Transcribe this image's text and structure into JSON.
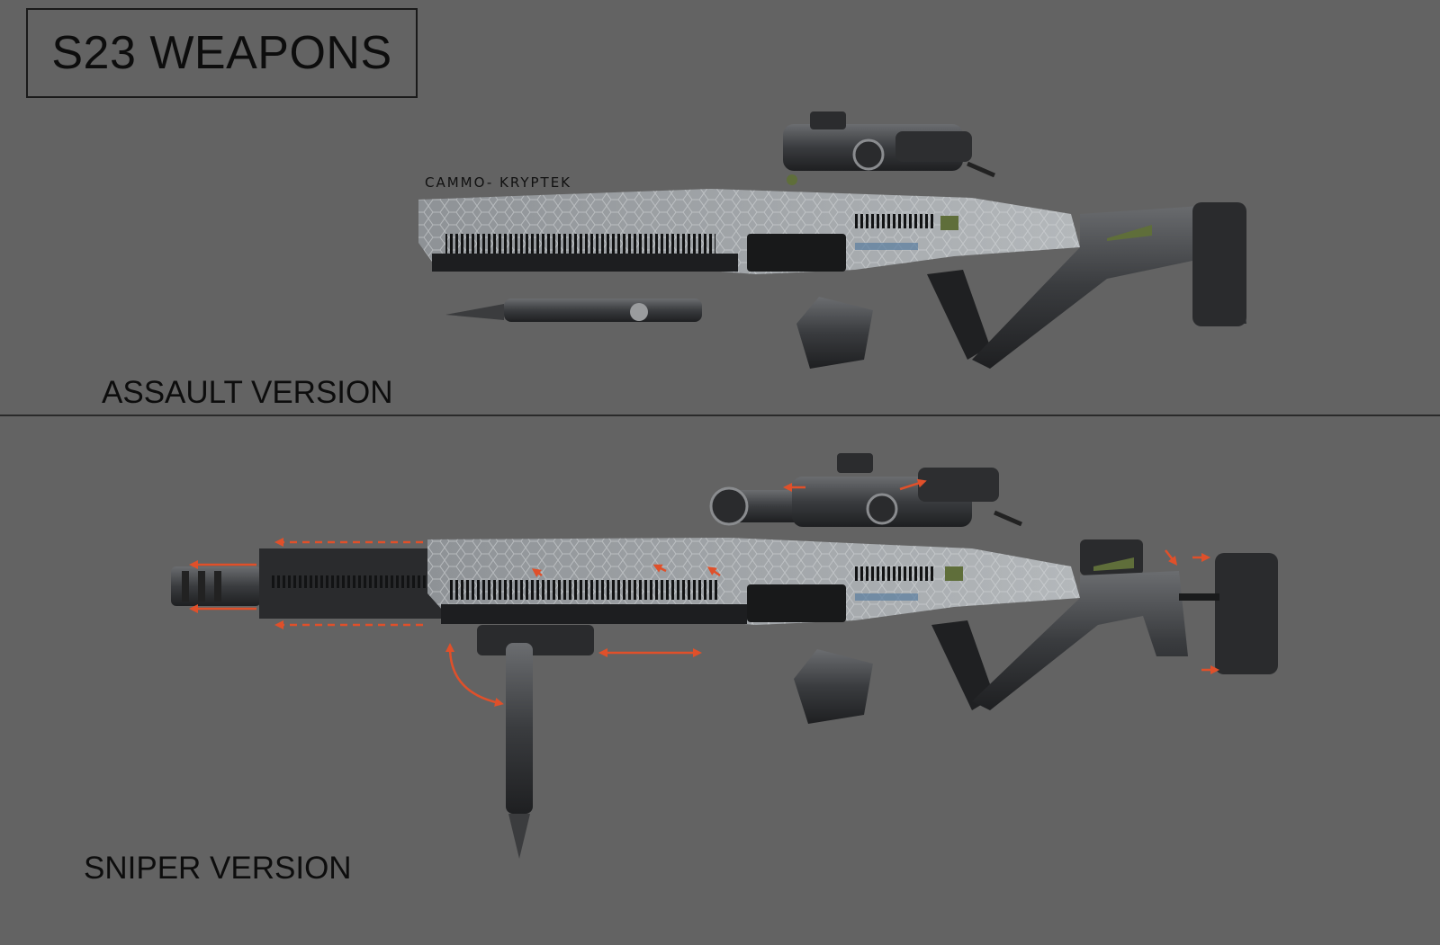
{
  "header": {
    "title": "S23 WEAPONS"
  },
  "assault": {
    "label": "ASSAULT VERSION",
    "camo_label": "CAMMO- KRYPTEK"
  },
  "sniper": {
    "label": "SNIPER VERSION"
  },
  "colors": {
    "background": "#636363",
    "text": "#0d0d0d",
    "accent_green": "#5f6e3a",
    "arrow_orange": "#e0502a"
  }
}
